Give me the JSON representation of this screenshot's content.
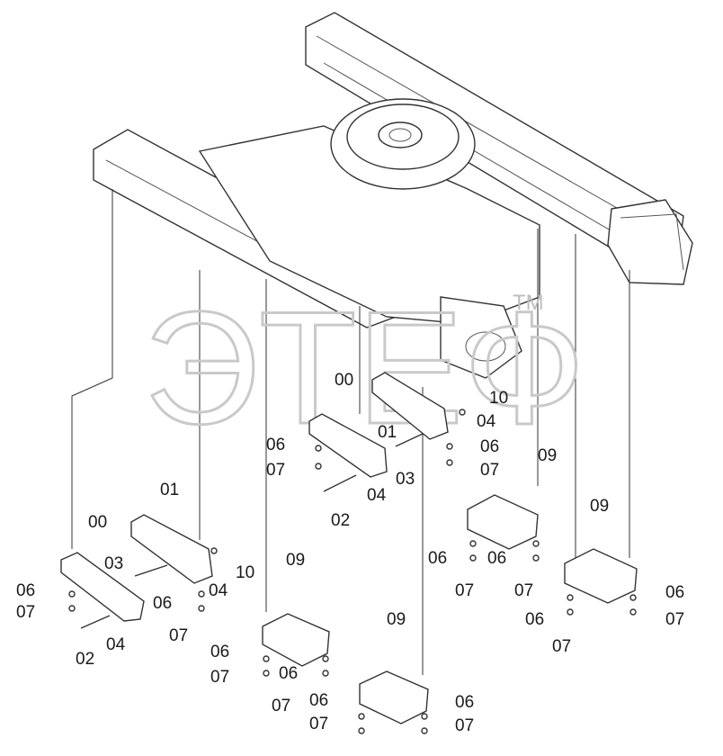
{
  "watermark": {
    "brand": "ЭТЕФ",
    "trademark": "TM"
  },
  "labels": {
    "l_00a": "00",
    "l_01a": "01",
    "l_10a": "10",
    "l_04a": "04",
    "l_06a": "06",
    "l_07a": "07",
    "l_03a": "03",
    "l_04b": "04",
    "l_02a": "02",
    "l_06b": "06",
    "l_07b": "07",
    "l_09a": "09",
    "l_06c": "06",
    "l_07c": "07",
    "l_06d": "06",
    "l_07d": "07",
    "l_09b": "09",
    "l_06e": "06",
    "l_07e": "07",
    "l_06f": "06",
    "l_07f": "07",
    "l_00b": "00",
    "l_01b": "01",
    "l_10b": "10",
    "l_04c": "04",
    "l_06g": "06",
    "l_07g": "07",
    "l_03b": "03",
    "l_04d": "04",
    "l_02b": "02",
    "l_06h": "06",
    "l_07h": "07",
    "l_09c": "09",
    "l_06i": "06",
    "l_07i": "07",
    "l_06j": "06",
    "l_07j": "07",
    "l_09d": "09",
    "l_06k": "06",
    "l_07k": "07",
    "l_06l": "06",
    "l_07l": "07"
  }
}
